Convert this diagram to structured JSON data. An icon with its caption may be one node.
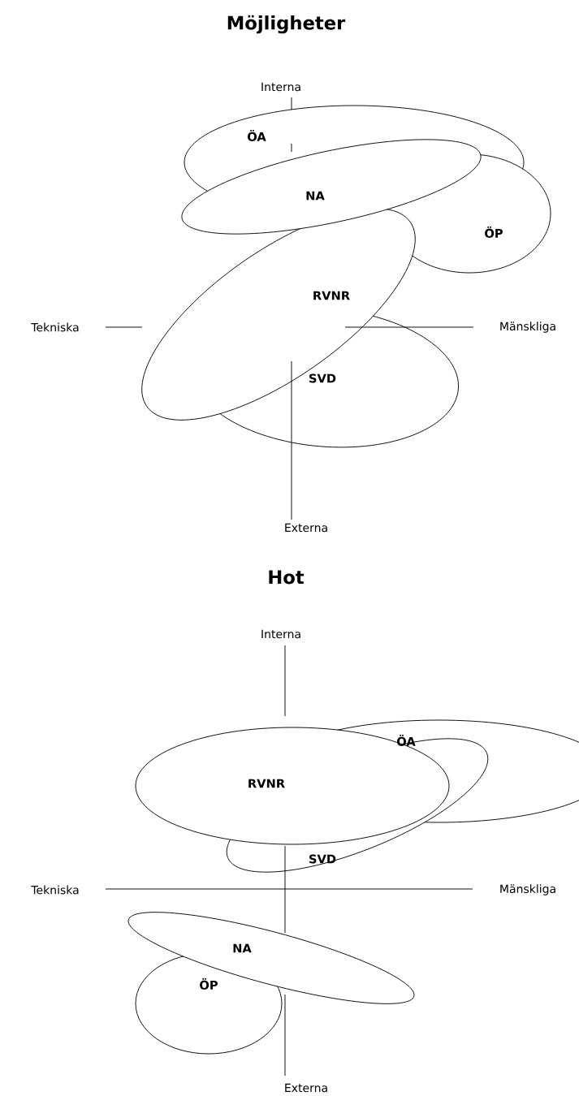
{
  "diagram": {
    "nodes": [
      {
        "text": [
          "ÖA"
        ]
      },
      {
        "text": [
          "NA"
        ]
      },
      {
        "text": [
          "ÖP"
        ]
      },
      {
        "text": [
          "RVNR"
        ]
      },
      {
        "text": [
          "SVD"
        ]
      },
      {
        "text": [
          "ÖA"
        ]
      },
      {
        "text": [
          "RVNR"
        ]
      },
      {
        "text": [
          "SVD"
        ]
      },
      {
        "text": [
          "NA"
        ]
      },
      {
        "text": [
          "ÖP"
        ]
      }
    ],
    "labels": [
      "Möjligheter",
      "Interna",
      "Tekniska",
      "Mänskliga",
      "Externa",
      "Hot",
      "Interna",
      "Tekniska",
      "Mänskliga",
      "Externa"
    ]
  }
}
